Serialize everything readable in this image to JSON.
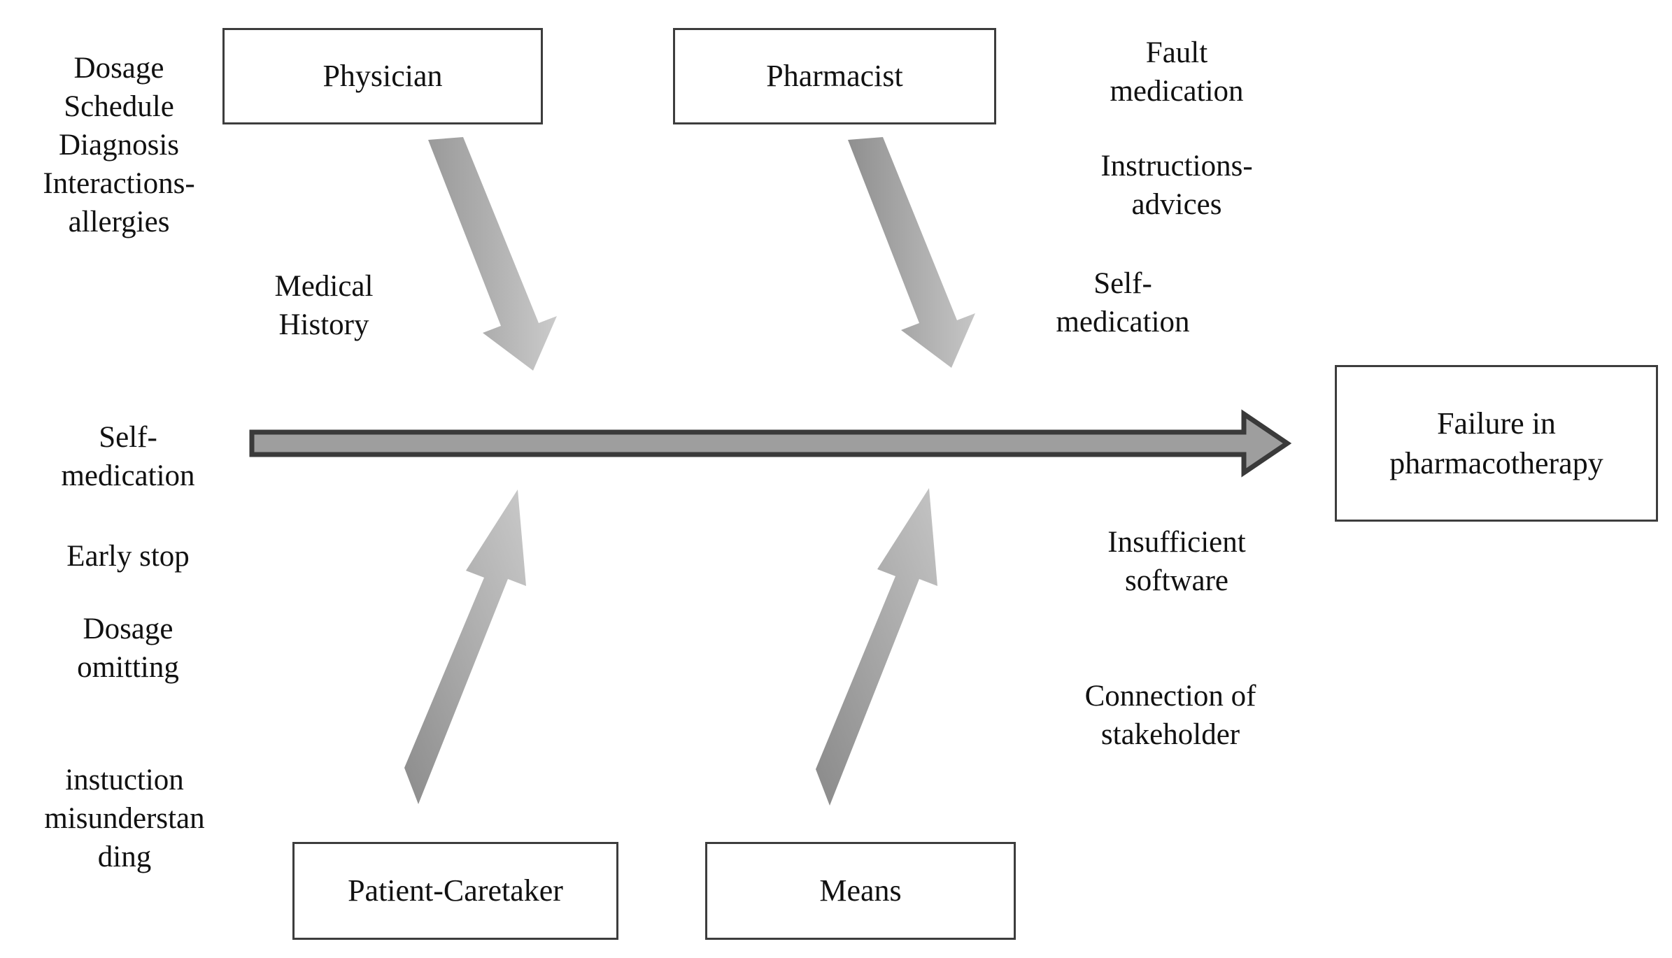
{
  "diagram": {
    "type": "fishbone-ishikawa",
    "title_text": "",
    "effect": {
      "line1": "Failure in",
      "line2": "pharmacotherapy"
    },
    "categories": {
      "physician": "Physician",
      "pharmacist": "Pharmacist",
      "patient_caretaker": "Patient-Caretaker",
      "means": "Means"
    },
    "causes": {
      "physician_left": "Dosage\nSchedule\nDiagnosis\nInteractions-\nallergies",
      "physician_inner": "Medical\nHistory",
      "pharmacist_right_top": "Fault\nmedication",
      "pharmacist_right_mid": "Instructions-\nadvices",
      "pharmacist_right_bottom": "Self-\nmedication",
      "patient_left_top": "Self-\nmedication",
      "patient_left_mid": "Early stop",
      "patient_left_dosage": "Dosage\nomitting",
      "patient_left_bottom": "instuction\nmisunderstan\nding",
      "means_right_top": "Insufficient\nsoftware",
      "means_right_bottom": "Connection of\nstakeholder"
    },
    "colors": {
      "box_border": "#3d3d3d",
      "spine_fill": "#9e9e9e",
      "spine_stroke": "#3a3a3a",
      "bone_arrow_light": "#c2c2c2",
      "bone_arrow_dark": "#8e8e8e",
      "text": "#111111",
      "background": "#ffffff"
    }
  }
}
